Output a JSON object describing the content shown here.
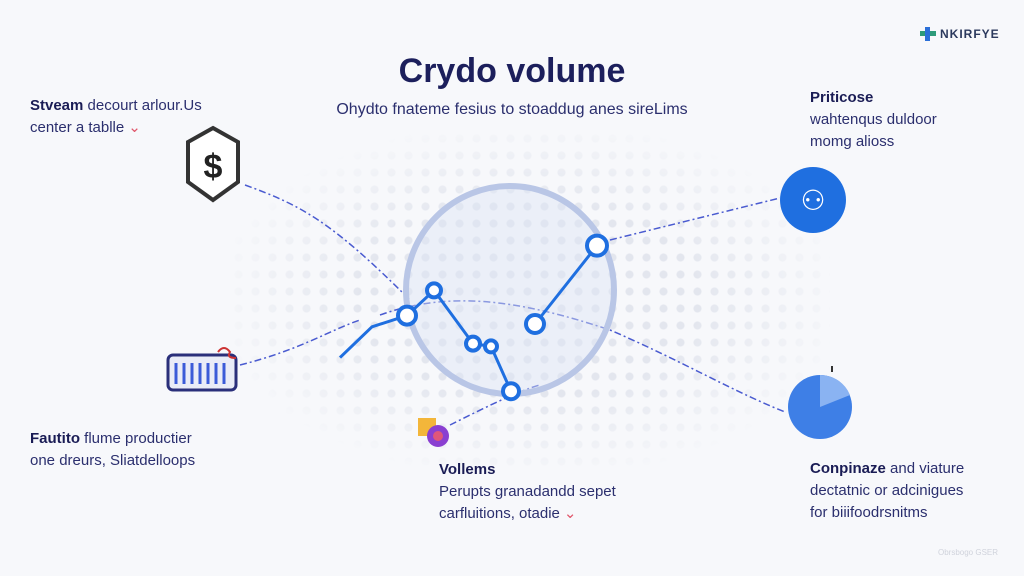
{
  "header": {
    "title": "Crydo volume",
    "subtitle": "Ohydto fnateme fesius to stoaddug anes sireLims",
    "logo": "NKIRFYE"
  },
  "callouts": {
    "top_left": {
      "bold": "Stveam",
      "line1": "decourt arlour.Us",
      "line2": "center a tablle"
    },
    "top_right": {
      "bold": "Priticose",
      "line1": "wahtenqus duldoor",
      "line2": "momg alioss"
    },
    "bottom_left": {
      "bold": "Fautito",
      "line1": "flume productier",
      "line2": "one dreurs, Sliatdelloops"
    },
    "bottom_center": {
      "bold": "Vollems",
      "line1": "Perupts granadandd sepet",
      "line2": "carfluitions, otadie"
    },
    "bottom_right": {
      "bold": "Conpinaze",
      "line1": "and viature",
      "line2": "dectatnic or adcinigues",
      "line3": "for biiifoodrsnitms"
    }
  },
  "chevron": "⌄",
  "watermark": "Obrsbogo GSER",
  "icons": {
    "shield": "$",
    "blue_badge": "⚇"
  },
  "colors": {
    "accent": "#1f6fe0",
    "navy": "#1c1f5c",
    "dash": "#4a5bd0"
  },
  "chart_data": {
    "type": "line",
    "series": [
      {
        "name": "volume",
        "values": [
          58,
          69,
          73,
          82,
          63,
          62,
          46,
          null,
          70,
          98
        ]
      }
    ],
    "ylim": [
      0,
      100
    ]
  }
}
